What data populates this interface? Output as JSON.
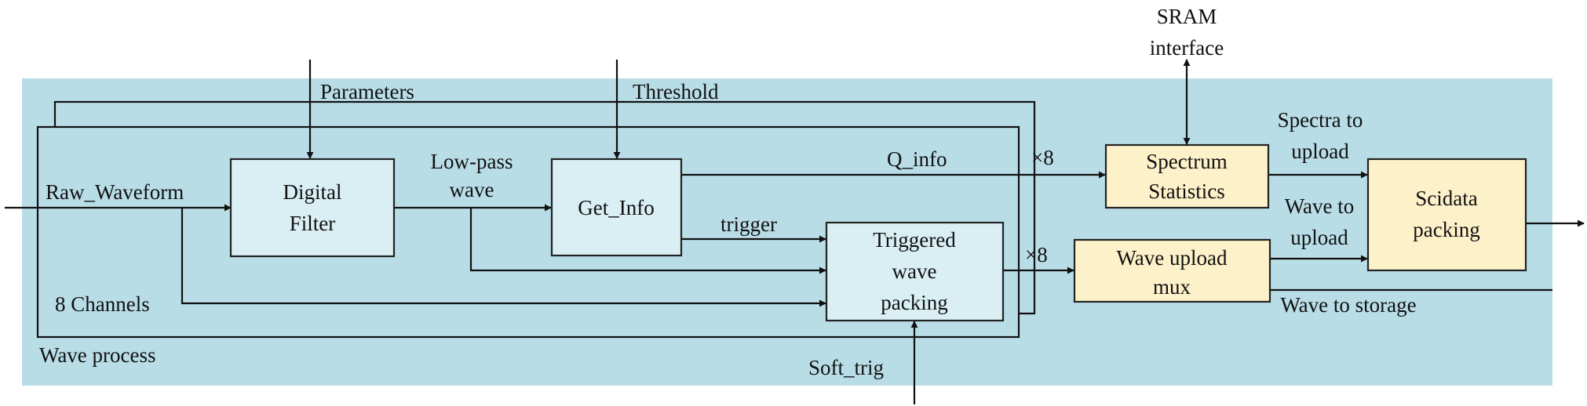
{
  "colors": {
    "background_panel": "#b9dde7",
    "process_block": "#d9eff4",
    "output_block": "#fdf1c9",
    "line": "#111111"
  },
  "inputs": {
    "parameters": "Parameters",
    "threshold": "Threshold",
    "sram_line1": "SRAM",
    "sram_line2": "interface",
    "raw_waveform": "Raw_Waveform",
    "channels": "8 Channels",
    "soft_trig": "Soft_trig"
  },
  "signals": {
    "low_pass_line1": "Low-pass",
    "low_pass_line2": "wave",
    "q_info": "Q_info",
    "trigger": "trigger",
    "x8_top": "×8",
    "x8_bottom": "×8",
    "spectra_line1": "Spectra to",
    "spectra_line2": "upload",
    "wave_upload_line1": "Wave to",
    "wave_upload_line2": "upload",
    "wave_storage": "Wave to storage"
  },
  "blocks": {
    "digital_filter_line1": "Digital",
    "digital_filter_line2": "Filter",
    "get_info": "Get_Info",
    "triggered_line1": "Triggered",
    "triggered_line2": "wave",
    "triggered_line3": "packing",
    "spectrum_line1": "Spectrum",
    "spectrum_line2": "Statistics",
    "wave_mux_line1": "Wave upload",
    "wave_mux_line2": "mux",
    "scidata_line1": "Scidata",
    "scidata_line2": "packing"
  },
  "labels": {
    "wave_process": "Wave process"
  }
}
